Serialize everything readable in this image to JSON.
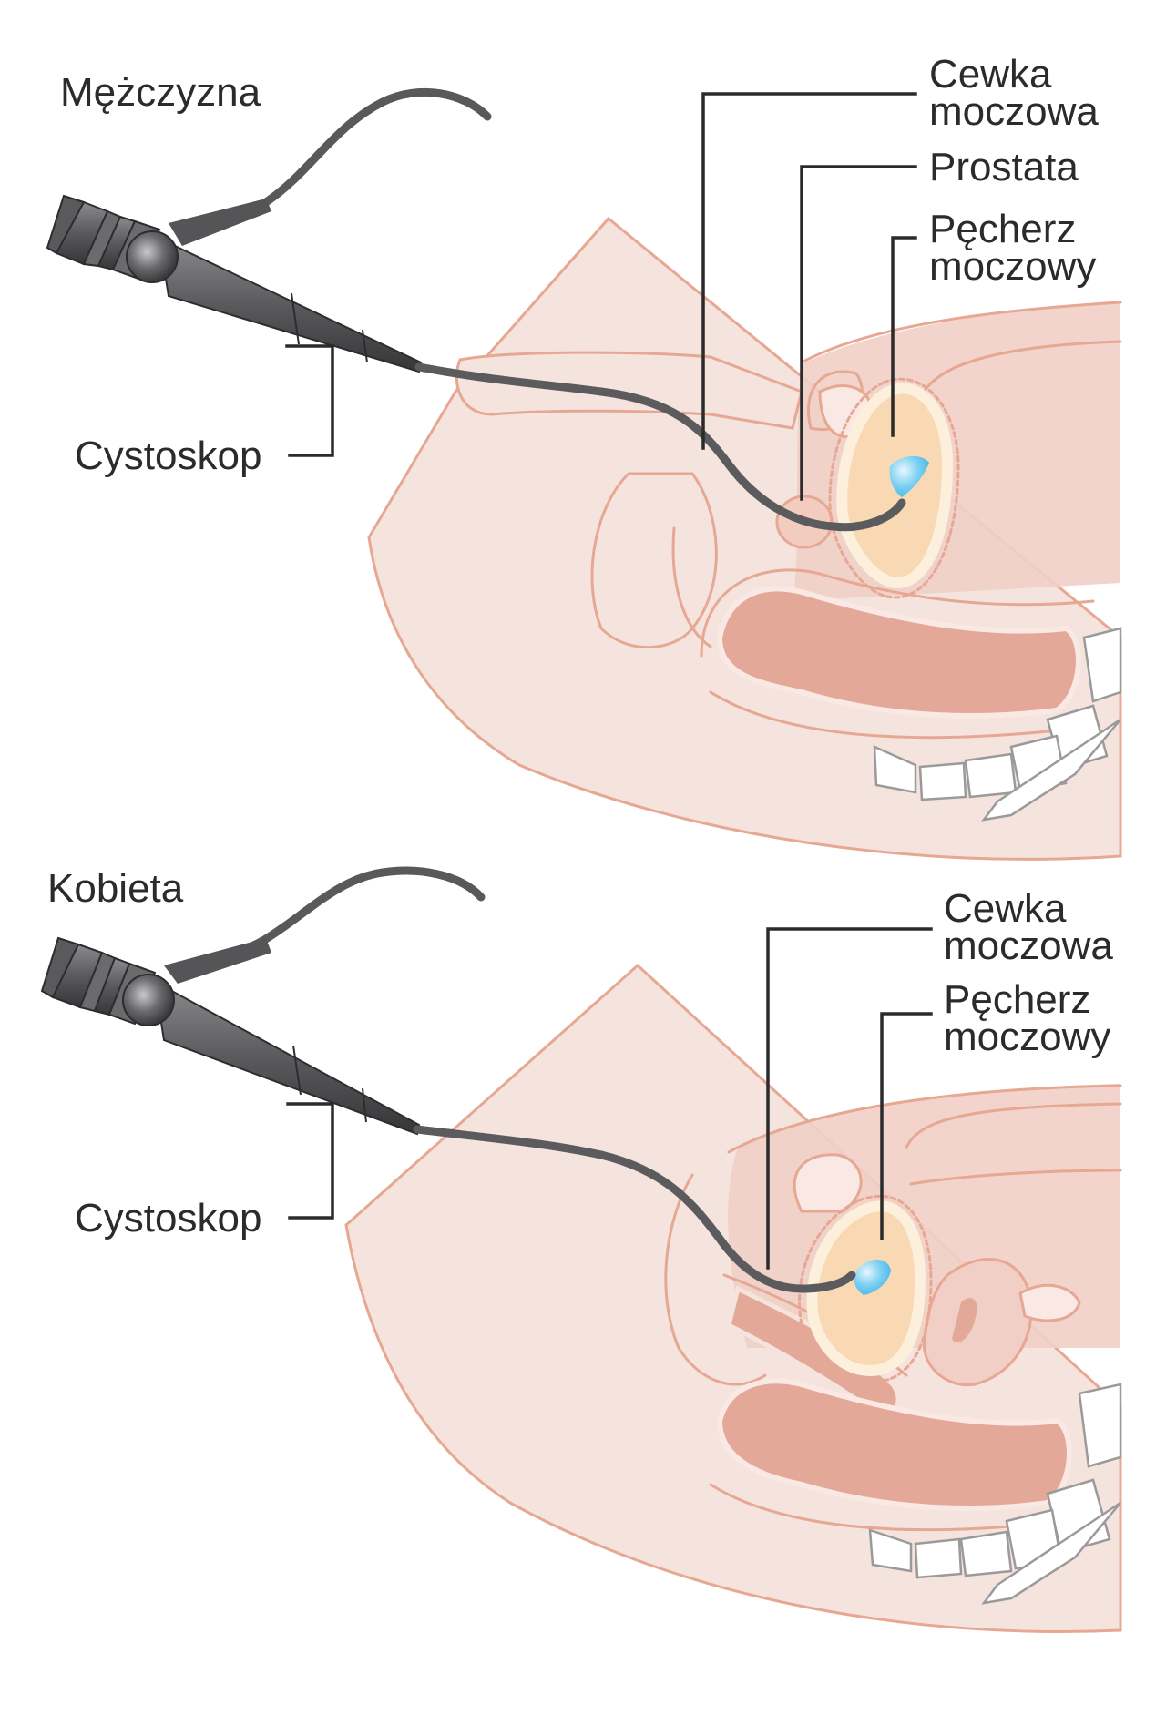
{
  "male_panel": {
    "title": "Mężczyzna",
    "labels": {
      "urethra_line1": "Cewka",
      "urethra_line2": "moczowa",
      "prostate": "Prostata",
      "bladder_line1": "Pęcherz",
      "bladder_line2": "moczowy",
      "cystoscope": "Cystoskop"
    }
  },
  "female_panel": {
    "title": "Kobieta",
    "labels": {
      "urethra_line1": "Cewka",
      "urethra_line2": "moczowa",
      "bladder_line1": "Pęcherz",
      "bladder_line2": "moczowy",
      "cystoscope": "Cystoskop"
    }
  },
  "colors": {
    "skin": "#f5e3de",
    "tissue": "#f1cfc6",
    "outline": "#e6a892",
    "rectum": "#e3a898",
    "bladder": "#f9d9b4",
    "bladder_rim": "#fcefdc",
    "bladder_lumen": "#5bc4ee",
    "instrument": "#5b5b5d",
    "bone": "#ffffff",
    "leader": "#2b2b2b"
  }
}
